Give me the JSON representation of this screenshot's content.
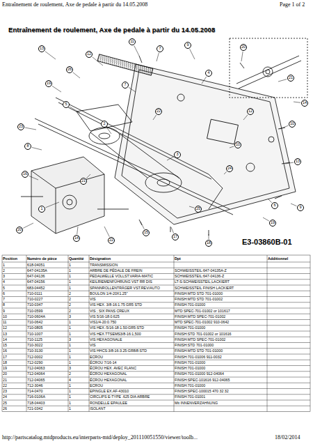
{
  "diagram": {
    "title": "Entraînement de roulement, Axe de pedale à partir du 14.05.2008",
    "labels": [
      "Entraînement de roulement, Axe de pedale à partir du 14.05.2008",
      "Page 1 of 2",
      "Position",
      "Numéro de pièce",
      "Quantité",
      "Désignation",
      "Dpt",
      "Additionnel",
      "1",
      "618-04051",
      "1",
      "TRANSMISSION",
      "2",
      "647-04135A",
      "1",
      "ARBRE DE PÉDALE DE FREIN",
      "SCHWEISSTEIL:647-04135A-Z",
      "3",
      "647-04136",
      "1",
      "PEDALWELLE VOLLST.VARIA-MATIC",
      "SCHWEISSTEIL:647-04136-Z",
      "4",
      "647-04156",
      "1",
      "KEILRIEMENFÜHRUNG VST RR DIS",
      "LT-S:SCHWEISSTEIL;LACKIERT",
      "5",
      "683-04452",
      "1",
      "SPANNROLLENTRÄGER VST.REV/AUTO",
      "SCHWEISSTEIL FINISH LACKIERT",
      "6",
      "710-0111",
      "2",
      "BOULON 1/4-20X1.25\"",
      "FINISH:MTD STD 701-01000",
      "7",
      "710-0227",
      "2",
      "VIS",
      "FINISH:MTD STD 701-01002",
      "8",
      "710-0347",
      "2",
      "VIS HEX. 3/8-16:1.75 GR5 STD",
      "FINISH:701-01000",
      "9",
      "710-0599",
      "2",
      "VIS ; SIX PANS CREUX",
      "MTD SPEC-701-01002 or 101617",
      "10",
      "710-0604A",
      "3",
      "VIS 5/16-18:0.625",
      "FINISH:MTD SPEC-701-01002",
      "11",
      "710-0642",
      "1",
      "VIS1/4-20:0.750",
      "MTD SPEC-701-01002   910-0642",
      "12",
      "710-0805",
      "1",
      "VIS HEX.:5/16-18:1.50:GR5:STD",
      "FINISH:701-01000",
      "13",
      "710-1007",
      "1",
      "VIS HEX.TTSEMS3/8-16:1,500",
      "FINISH:STD 701-01002 or 101616",
      "14",
      "710-1125",
      "3",
      "VIS HEXAGONALE",
      "FINISH:MTD SPEC-701-01002",
      "15",
      "710-3022",
      "1",
      "VIS",
      "FINISH:STD 701-01000",
      "16",
      "710-3130",
      "1",
      "VIS HHCS:3/8-16:3.25:GR8/8:STD",
      "FINISH:MTD STD 701-01000",
      "17",
      "712-0002",
      "1",
      "ECROU",
      "FINISH:701-01006   911-0032",
      "18",
      "712-0290",
      "1",
      "ÉCROU 7/16-14",
      "FINISH:701-01000",
      "19",
      "712-04063",
      "3",
      "ÉCROU HEX. AVEC FLANC",
      "FINISH:701-01000",
      "20",
      "712-04064",
      "2",
      "ÉCROU HEXAGONAL",
      "FINISH:701-01000   912-04064",
      "21",
      "712-04065",
      "4",
      "ÉCROU HEXAGONAL",
      "FINISH:SPEC-101616   912-04065",
      "22",
      "712-3046",
      "1",
      "ECROU",
      "FINISH:701-01000",
      "23",
      "714-0470",
      "1",
      "EPINGLE EX.AF-43010",
      "FINISH:SPEC-100015   470 32 32",
      "24",
      "716-0106A",
      "1",
      "CIRCLIPS E-TYPE .625 DIA ARBRE",
      "FINISH:701-01001",
      "25",
      "718-04403",
      "1",
      "RONDELLE EPAULEE",
      "Mit INNENVERZAHNUNG",
      "26",
      "721-0342",
      "1",
      "ISOLANT",
      "E3-03860B-01",
      "1",
      "2",
      "3",
      "4",
      "5",
      "6",
      "7",
      "8",
      "9",
      "10",
      "11",
      "12",
      "13",
      "14",
      "15",
      "16",
      "17",
      "18",
      "19",
      "20",
      "21",
      "22",
      "23",
      "24",
      "25",
      "26",
      "7",
      "9",
      "12",
      "14",
      "19",
      "20",
      "21",
      "22",
      "10",
      "13",
      "http://partscatalog.mtdproducts.eu/interparts-mtd/deploy_201110051550/viewer/toolb...",
      "18/02/2014"
    ]
  }
}
